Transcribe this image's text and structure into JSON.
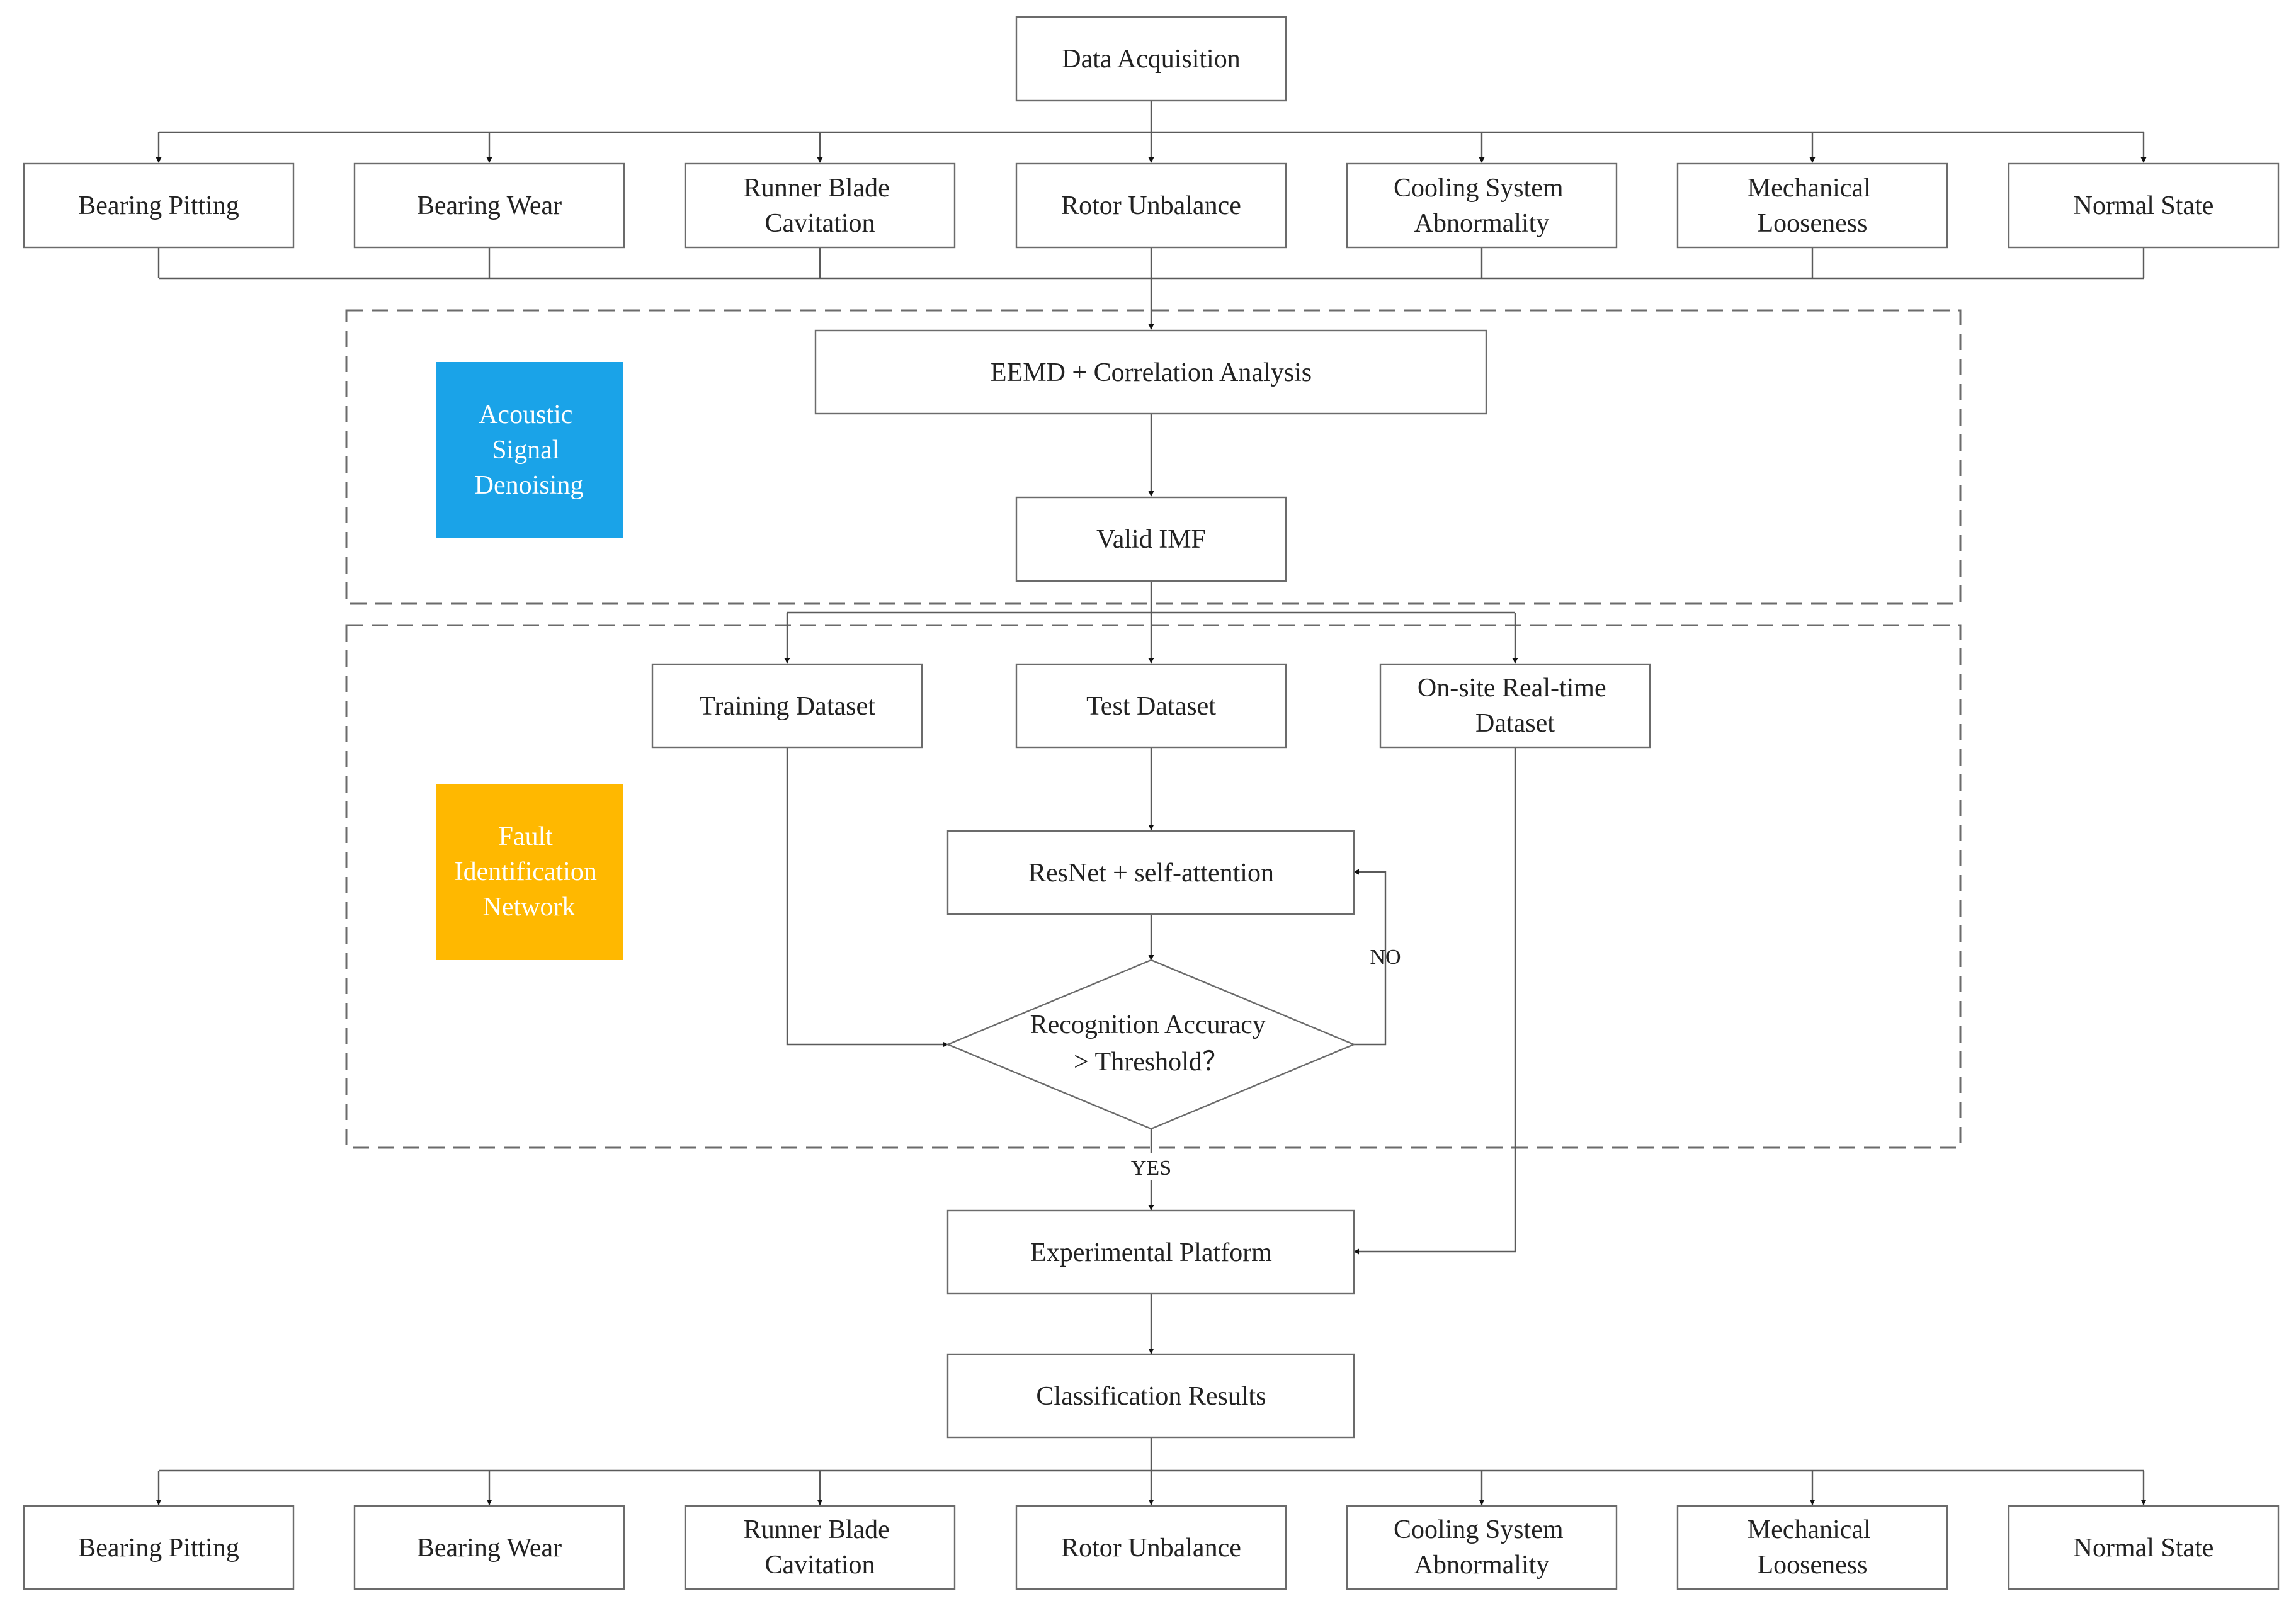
{
  "nodes": {
    "data_acquisition": "Data Acquisition",
    "categories_top": [
      [
        "Bearing Pitting"
      ],
      [
        "Bearing Wear"
      ],
      [
        "Runner Blade",
        "Cavitation"
      ],
      [
        "Rotor Unbalance"
      ],
      [
        "Cooling System",
        "Abnormality"
      ],
      [
        "Mechanical",
        "Looseness"
      ],
      [
        "Normal State"
      ]
    ],
    "eemd": "EEMD + Correlation Analysis",
    "valid_imf": "Valid IMF",
    "training_dataset": "Training Dataset",
    "test_dataset": "Test Dataset",
    "onsite_dataset": [
      "On-site Real-time",
      "Dataset"
    ],
    "resnet": "ResNet + self-attention",
    "decision": [
      "Recognition Accuracy",
      "> Threshold？"
    ],
    "experimental_platform": "Experimental Platform",
    "classification_results": "Classification Results",
    "categories_bottom": [
      [
        "Bearing Pitting"
      ],
      [
        "Bearing Wear"
      ],
      [
        "Runner Blade",
        "Cavitation"
      ],
      [
        "Rotor Unbalance"
      ],
      [
        "Cooling System",
        "Abnormality"
      ],
      [
        "Mechanical",
        "Looseness"
      ],
      [
        "Normal State"
      ]
    ]
  },
  "stage_labels": {
    "denoising": [
      "Acoustic",
      "Signal",
      "Denoising"
    ],
    "fault_network": [
      "Fault",
      "Identification",
      "Network"
    ]
  },
  "edge_labels": {
    "no": "NO",
    "yes": "YES"
  },
  "colors": {
    "denoising_fill": "#1aa3e8",
    "fault_network_fill": "#ffb800"
  }
}
